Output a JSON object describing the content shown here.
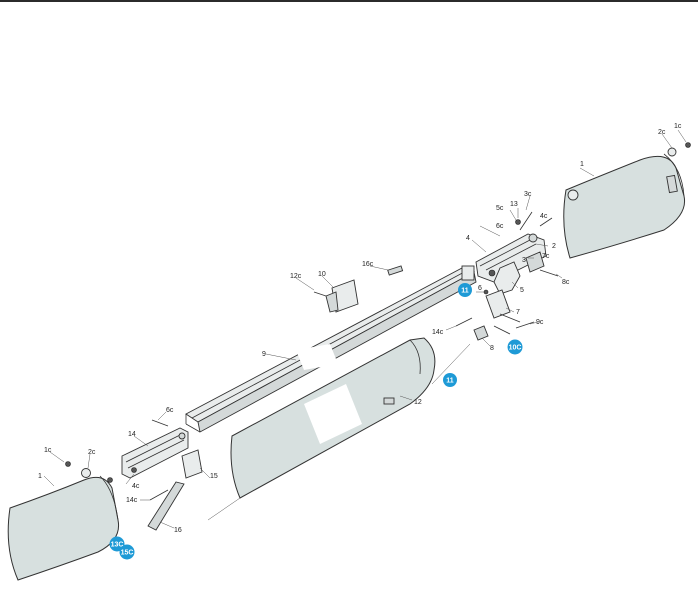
{
  "diagram": {
    "labels": {
      "l1c_right": "1c",
      "l2c_right": "2c",
      "l1_right": "1",
      "l3c": "3c",
      "l13": "13",
      "l5c": "5c",
      "l4c_right": "4c",
      "l6c_right": "6c",
      "l4": "4",
      "l2": "2",
      "l7c": "7c",
      "l3": "3",
      "l8c": "8c",
      "l5": "5",
      "l16c": "16c",
      "l12c": "12c",
      "l10": "10",
      "l6": "6",
      "l7": "7",
      "l9c": "9c",
      "l14c_right": "14c",
      "l8": "8",
      "l9": "9",
      "l12": "12",
      "l6c_left": "6c",
      "l14": "14",
      "l1c_left": "1c",
      "l2c_left": "2c",
      "l1_left": "1",
      "l4c_left": "4c",
      "l14c_left": "14c",
      "l15": "15",
      "l16": "16"
    },
    "badges": {
      "b11_top": "11",
      "b10c": "10C",
      "b11_mid": "11",
      "b13c": "13C",
      "b15c": "15C"
    },
    "colors": {
      "badge": "#1e9ad6",
      "cover": "#d7e0df",
      "line": "#333333"
    }
  }
}
